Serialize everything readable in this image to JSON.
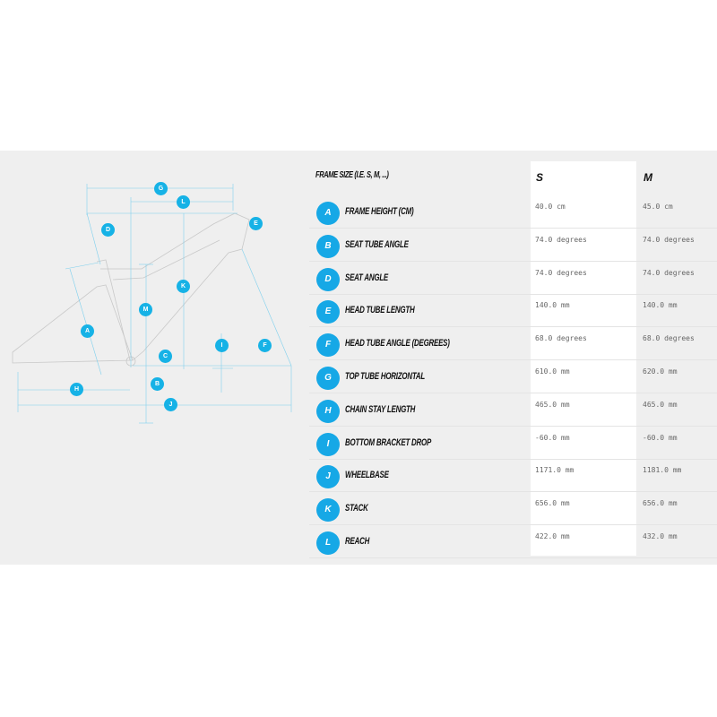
{
  "header": {
    "frame_size_label": "FRAME SIZE (I.E. S, M, ...)",
    "sizes": [
      "S",
      "M"
    ]
  },
  "rows": [
    {
      "letter": "A",
      "name": "FRAME HEIGHT (CM)",
      "s": "40.0 cm",
      "m": "45.0 cm"
    },
    {
      "letter": "B",
      "name": "SEAT TUBE ANGLE",
      "s": "74.0 degrees",
      "m": "74.0 degrees"
    },
    {
      "letter": "D",
      "name": "SEAT ANGLE",
      "s": "74.0 degrees",
      "m": "74.0 degrees"
    },
    {
      "letter": "E",
      "name": "HEAD TUBE LENGTH",
      "s": "140.0 mm",
      "m": "140.0 mm"
    },
    {
      "letter": "F",
      "name": "HEAD TUBE ANGLE (DEGREES)",
      "s": "68.0 degrees",
      "m": "68.0 degrees"
    },
    {
      "letter": "G",
      "name": "TOP TUBE HORIZONTAL",
      "s": "610.0 mm",
      "m": "620.0 mm"
    },
    {
      "letter": "H",
      "name": "CHAIN STAY LENGTH",
      "s": "465.0 mm",
      "m": "465.0 mm"
    },
    {
      "letter": "I",
      "name": "BOTTOM BRACKET DROP",
      "s": "-60.0 mm",
      "m": "-60.0 mm"
    },
    {
      "letter": "J",
      "name": "WHEELBASE",
      "s": "1171.0 mm",
      "m": "1181.0 mm"
    },
    {
      "letter": "K",
      "name": "STACK",
      "s": "656.0 mm",
      "m": "656.0 mm"
    },
    {
      "letter": "L",
      "name": "REACH",
      "s": "422.0 mm",
      "m": "432.0 mm"
    }
  ],
  "diagram_labels": [
    "G",
    "L",
    "D",
    "E",
    "K",
    "M",
    "A",
    "I",
    "F",
    "C",
    "B",
    "H",
    "J"
  ],
  "colors": {
    "accent": "#16a8e6",
    "band": "#efefef"
  }
}
